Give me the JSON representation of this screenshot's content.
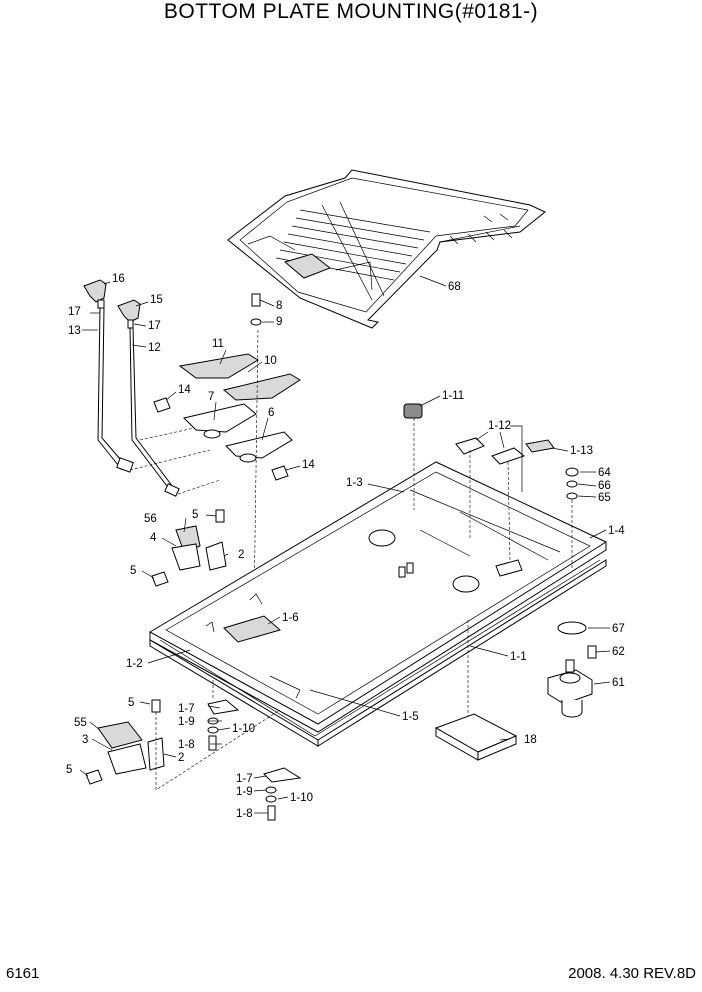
{
  "title": "BOTTOM PLATE MOUNTING(#0181-)",
  "page_number": "6161",
  "revision": "2008.  4.30  REV.8D",
  "callouts": [
    "68",
    "16",
    "15",
    "17",
    "17",
    "13",
    "12",
    "8",
    "9",
    "11",
    "10",
    "14",
    "7",
    "6",
    "14",
    "1-11",
    "1-12",
    "1-13",
    "64",
    "66",
    "65",
    "1-3",
    "1-4",
    "56",
    "5",
    "4",
    "2",
    "5",
    "1-6",
    "67",
    "62",
    "1-2",
    "1-1",
    "61",
    "5",
    "1-7",
    "1-9",
    "1-10",
    "55",
    "1-8",
    "18",
    "3",
    "2",
    "1-5",
    "5",
    "1-7",
    "1-9",
    "1-10",
    "1-8"
  ]
}
